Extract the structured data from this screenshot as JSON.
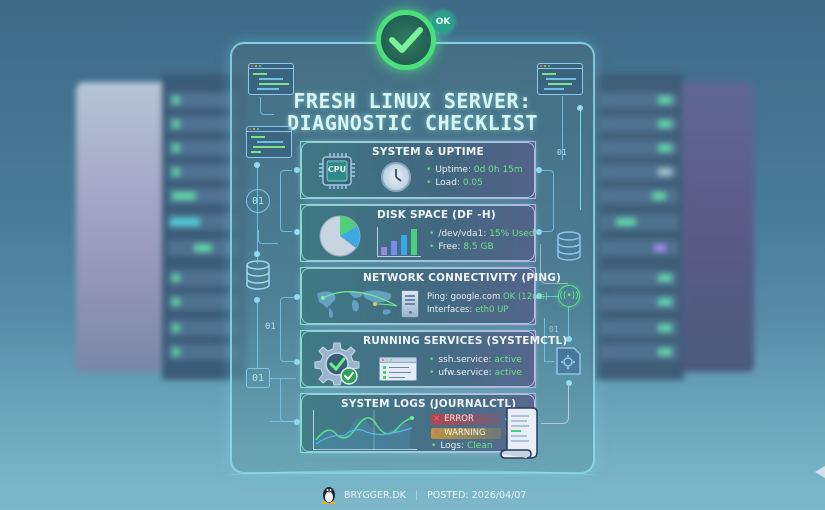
{
  "header": {
    "status_badge": "OK",
    "title_line1": "FRESH LINUX SERVER:",
    "title_line2": "DIAGNOSTIC CHECKLIST"
  },
  "cards": [
    {
      "title": "SYSTEM & UPTIME",
      "icon": "cpu-icon",
      "icon_label": "CPU",
      "secondary_icon": "clock-icon",
      "lines": [
        {
          "label": "Uptime:",
          "value": "0d 0h 15m"
        },
        {
          "label": "Load:",
          "value": "0.05"
        }
      ]
    },
    {
      "title": "DISK SPACE (DF -H)",
      "icon": "pie-chart-icon",
      "secondary_icon": "bar-chart-icon",
      "lines": [
        {
          "label": "/dev/vda1:",
          "value": "15% Used"
        },
        {
          "label": "Free:",
          "value": "8.5 GB"
        }
      ]
    },
    {
      "title": "NETWORK CONNECTIVITY (PING)",
      "icon": "world-map-icon",
      "secondary_icon": "server-icon",
      "lines": [
        {
          "label": "Ping: google.com",
          "value": "OK (12ms)"
        },
        {
          "label": "Interfaces:",
          "value": "eth0 UP"
        }
      ]
    },
    {
      "title": "RUNNING SERVICES (SYSTEMCTL)",
      "icon": "gear-check-icon",
      "secondary_icon": "window-list-icon",
      "lines": [
        {
          "label": "ssh.service:",
          "value": "active"
        },
        {
          "label": "ufw.service:",
          "value": "active"
        }
      ]
    },
    {
      "title": "SYSTEM LOGS (JOURNALCTL)",
      "icon": "line-graph-icon",
      "secondary_icon": "scroll-document-icon",
      "log_tags": [
        {
          "label": "ERROR",
          "status": "check"
        },
        {
          "label": "WARNING",
          "status": "cross"
        }
      ],
      "lines": [
        {
          "label": "Logs:",
          "value": "Clean"
        }
      ]
    }
  ],
  "side_labels": {
    "left_circle": "01",
    "left_small": "01",
    "left_box": "01",
    "right_top": "01",
    "right_mid": "01"
  },
  "footer": {
    "site": "BRYGGER.DK",
    "separator": "|",
    "posted": "POSTED: 2026/04/07"
  },
  "colors": {
    "accent_green": "#4be07b",
    "value_green": "#6fe08e",
    "panel_border": "#96e6f0",
    "error_red": "#c0404a",
    "warning_amber": "#c89a3a"
  }
}
